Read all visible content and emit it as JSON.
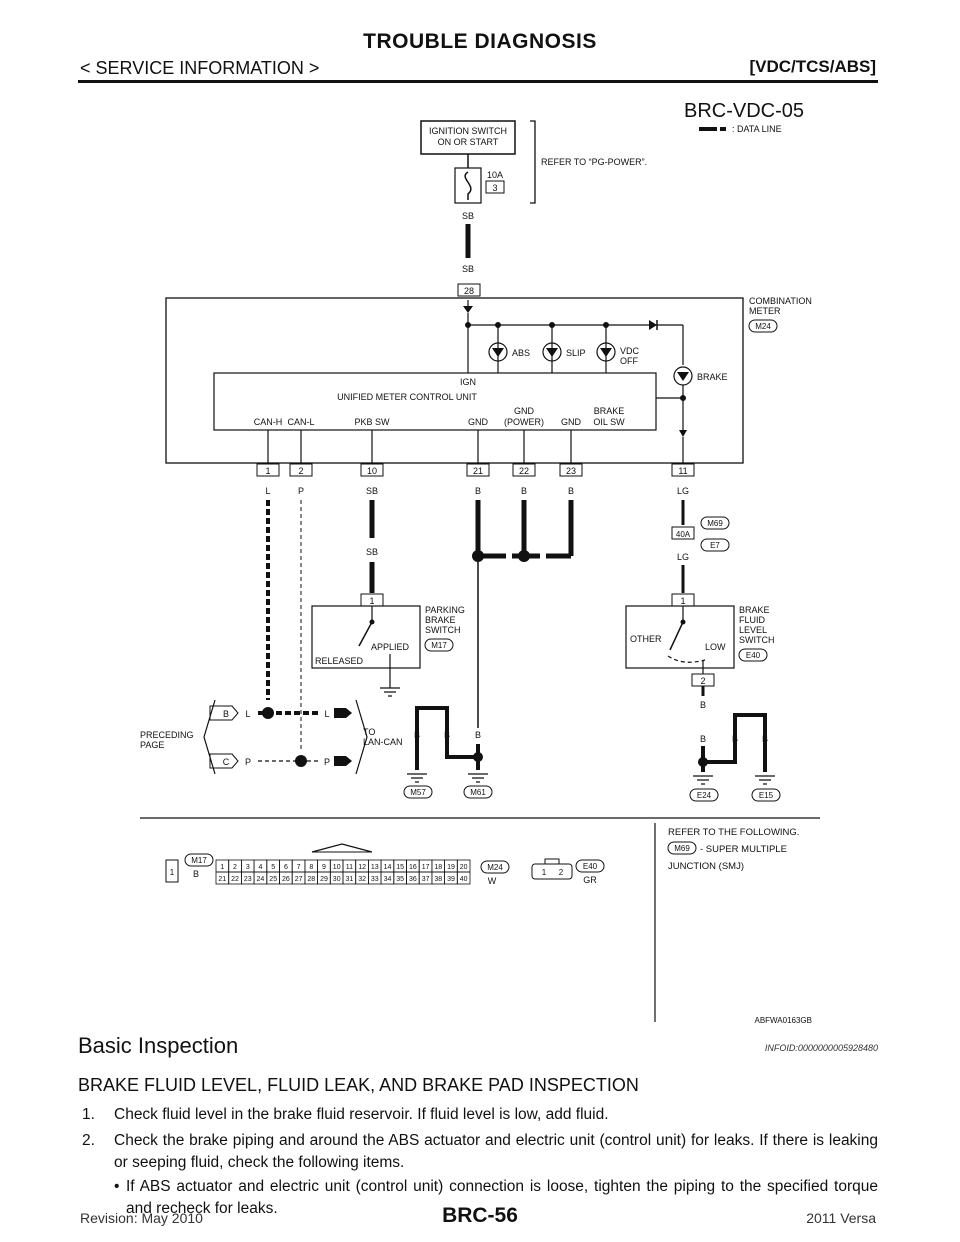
{
  "header": {
    "title": "TROUBLE DIAGNOSIS",
    "section": "< SERVICE INFORMATION >",
    "system": "[VDC/TCS/ABS]"
  },
  "diagram": {
    "diagram_id": "BRC-VDC-05",
    "legend_data_line": ": DATA LINE",
    "ignition": [
      "IGNITION SWITCH",
      "ON OR START"
    ],
    "fuse_rating": "10A",
    "fuse_no": "3",
    "refer_power": "REFER TO “PG-POWER”.",
    "wire_sb": "SB",
    "meter_terminal": "28",
    "combination_meter": [
      "COMBINATION",
      "METER"
    ],
    "m24": "M24",
    "lamps": {
      "abs": "ABS",
      "slip": "SLIP",
      "vdc": [
        "VDC",
        "OFF"
      ],
      "brake": "BRAKE"
    },
    "ign": "IGN",
    "unit_name": "UNIFIED METER CONTROL UNIT",
    "pins": {
      "can_h": "CAN-H",
      "can_l": "CAN-L",
      "pkb_sw": "PKB SW",
      "gnd": "GND",
      "gnd_power": [
        "GND",
        "(POWER)"
      ],
      "gnd2": "GND",
      "brake_oil": [
        "BRAKE",
        "OIL SW"
      ]
    },
    "terminals": [
      "1",
      "2",
      "10",
      "21",
      "22",
      "23",
      "11"
    ],
    "wire_colors": {
      "l": "L",
      "p": "P",
      "sb": "SB",
      "b": "B",
      "lg": "LG"
    },
    "m69": "M69",
    "e7": "E7",
    "j40a": "40A",
    "parking_brake": [
      "PARKING",
      "BRAKE",
      "SWITCH"
    ],
    "m17": "M17",
    "applied": "APPLIED",
    "released": "RELEASED",
    "fluid_switch": [
      "BRAKE",
      "FLUID",
      "LEVEL",
      "SWITCH"
    ],
    "other": "OTHER",
    "low": "LOW",
    "e40": "E40",
    "sw_pin1": "1",
    "sw_pin2": "2",
    "preceding_page": [
      "PRECEDING",
      "PAGE"
    ],
    "to_lan_can": [
      "TO",
      "LAN-CAN"
    ],
    "conn_b": "B",
    "conn_c": "C",
    "m57": "M57",
    "m61": "M61",
    "e24": "E24",
    "e15": "E15",
    "refer_following": "REFER TO THE FOLLOWING.",
    "smj": "- SUPER MULTIPLE",
    "smj2": "JUNCTION (SMJ)",
    "m17_color": "B",
    "m24_color": "W",
    "e40_color": "GR",
    "conn_pin_single": "1",
    "e40_pins": [
      "1",
      "2"
    ],
    "m24_row1": [
      "1",
      "2",
      "3",
      "4",
      "5",
      "6",
      "7",
      "8",
      "9",
      "10",
      "11",
      "12",
      "13",
      "14",
      "15",
      "16",
      "17",
      "18",
      "19",
      "20"
    ],
    "m24_row2": [
      "21",
      "22",
      "23",
      "24",
      "25",
      "26",
      "27",
      "28",
      "29",
      "30",
      "31",
      "32",
      "33",
      "34",
      "35",
      "36",
      "37",
      "38",
      "39",
      "40"
    ],
    "figure_code": "ABFWA0163GB"
  },
  "content": {
    "section_title": "Basic Inspection",
    "info_id": "INFOID:0000000005928480",
    "subsection": "BRAKE FLUID LEVEL, FLUID LEAK, AND BRAKE PAD INSPECTION",
    "steps": [
      {
        "num": "1.",
        "text": "Check fluid level in the brake fluid reservoir. If fluid level is low, add fluid."
      },
      {
        "num": "2.",
        "text": "Check the brake piping and around the ABS actuator and electric unit (control unit) for leaks. If there is leaking or seeping fluid, check the following items."
      }
    ],
    "bullet": "If ABS actuator and electric unit (control unit) connection is loose, tighten the piping to the specified torque and recheck for leaks."
  },
  "footer": {
    "revision": "Revision: May 2010",
    "page": "BRC-56",
    "model": "2011 Versa"
  }
}
